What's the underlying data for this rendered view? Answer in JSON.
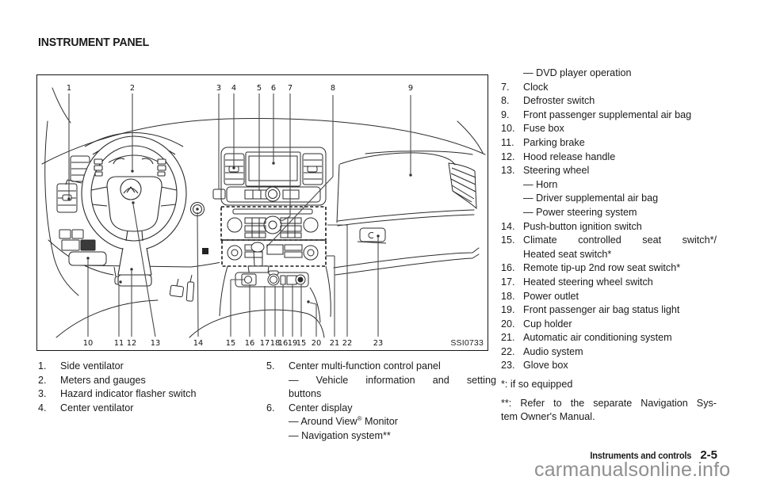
{
  "page": {
    "header": "INSTRUMENT PANEL",
    "figure_code": "SSI0733",
    "footer": {
      "section": "Instruments and controls",
      "page_no": "2-5"
    },
    "watermark": "carmanualsonline.info",
    "colors": {
      "ink": "#1a1a1a",
      "watermark_gray": "#8f8f8f"
    }
  },
  "diagram": {
    "top_callout_labels": [
      "1",
      "2",
      "3",
      "4",
      "5",
      "6",
      "7",
      "8",
      "9"
    ],
    "bottom_callout_labels": [
      "10",
      "11",
      "12",
      "13",
      "14",
      "15",
      "16",
      "17",
      "18",
      "16",
      "19",
      "15",
      "20",
      "21",
      "22",
      "23"
    ]
  },
  "legend": {
    "col_left": [
      {
        "num": "1.",
        "lines": [
          {
            "t": "Side ventilator"
          }
        ]
      },
      {
        "num": "2.",
        "lines": [
          {
            "t": "Meters and gauges"
          }
        ]
      },
      {
        "num": "3.",
        "lines": [
          {
            "t": "Hazard indicator flasher switch"
          }
        ]
      },
      {
        "num": "4.",
        "lines": [
          {
            "t": "Center ventilator"
          }
        ]
      }
    ],
    "col_mid": [
      {
        "num": "5.",
        "lines": [
          {
            "t": "Center multi-function control panel"
          },
          {
            "t": "— Vehicle information and setting",
            "j": true
          },
          {
            "t": "buttons"
          }
        ]
      },
      {
        "num": "6.",
        "lines": [
          {
            "t": "Center display"
          },
          {
            "t": "— Around View® Monitor"
          },
          {
            "t": "— Navigation system**"
          }
        ]
      }
    ],
    "col_right": [
      {
        "num": "",
        "lines": [
          {
            "t": "— DVD player operation"
          }
        ]
      },
      {
        "num": "7.",
        "lines": [
          {
            "t": "Clock"
          }
        ]
      },
      {
        "num": "8.",
        "lines": [
          {
            "t": "Defroster switch"
          }
        ]
      },
      {
        "num": "9.",
        "lines": [
          {
            "t": "Front passenger supplemental air bag"
          }
        ]
      },
      {
        "num": "10.",
        "lines": [
          {
            "t": "Fuse box"
          }
        ]
      },
      {
        "num": "11.",
        "lines": [
          {
            "t": "Parking brake"
          }
        ]
      },
      {
        "num": "12.",
        "lines": [
          {
            "t": "Hood release handle"
          }
        ]
      },
      {
        "num": "13.",
        "lines": [
          {
            "t": "Steering wheel"
          },
          {
            "t": "— Horn"
          },
          {
            "t": "— Driver supplemental air bag"
          },
          {
            "t": "— Power steering system"
          }
        ]
      },
      {
        "num": "14.",
        "lines": [
          {
            "t": "Push-button ignition switch"
          }
        ]
      },
      {
        "num": "15.",
        "lines": [
          {
            "t": "Climate controlled seat switch*/",
            "j": true
          },
          {
            "t": "Heated seat switch*"
          }
        ]
      },
      {
        "num": "16.",
        "lines": [
          {
            "t": "Remote tip-up 2nd row seat switch*"
          }
        ]
      },
      {
        "num": "17.",
        "lines": [
          {
            "t": "Heated steering wheel switch"
          }
        ]
      },
      {
        "num": "18.",
        "lines": [
          {
            "t": "Power outlet"
          }
        ]
      },
      {
        "num": "19.",
        "lines": [
          {
            "t": "Front passenger air bag status light"
          }
        ]
      },
      {
        "num": "20.",
        "lines": [
          {
            "t": "Cup holder"
          }
        ]
      },
      {
        "num": "21.",
        "lines": [
          {
            "t": "Automatic air conditioning system"
          }
        ]
      },
      {
        "num": "22.",
        "lines": [
          {
            "t": "Audio system"
          }
        ]
      },
      {
        "num": "23.",
        "lines": [
          {
            "t": "Glove box"
          }
        ]
      }
    ],
    "footnotes": [
      {
        "lines": [
          {
            "t": "*: if so equipped"
          }
        ]
      },
      {
        "lines": [
          {
            "t": "**: Refer to the separate Navigation Sys-",
            "j": true
          },
          {
            "t": "tem Owner's Manual."
          }
        ]
      }
    ]
  }
}
